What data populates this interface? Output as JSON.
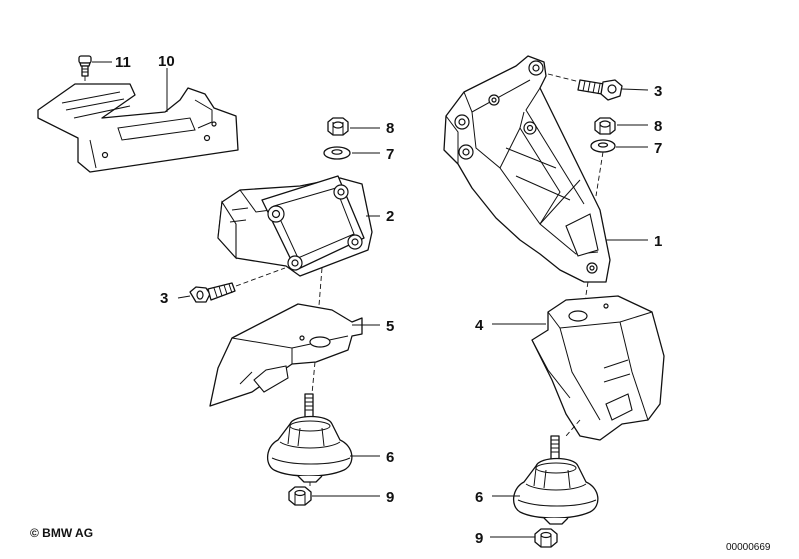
{
  "callouts": {
    "c11": "11",
    "c10": "10",
    "c8a": "8",
    "c7a": "7",
    "c2": "2",
    "c3a": "3",
    "c5": "5",
    "c6a": "6",
    "c9a": "9",
    "c3b": "3",
    "c8b": "8",
    "c7b": "7",
    "c1": "1",
    "c4": "4",
    "c6b": "6",
    "c9b": "9"
  },
  "footer": {
    "copyright": "© BMW AG",
    "doc_number": "00000669"
  }
}
